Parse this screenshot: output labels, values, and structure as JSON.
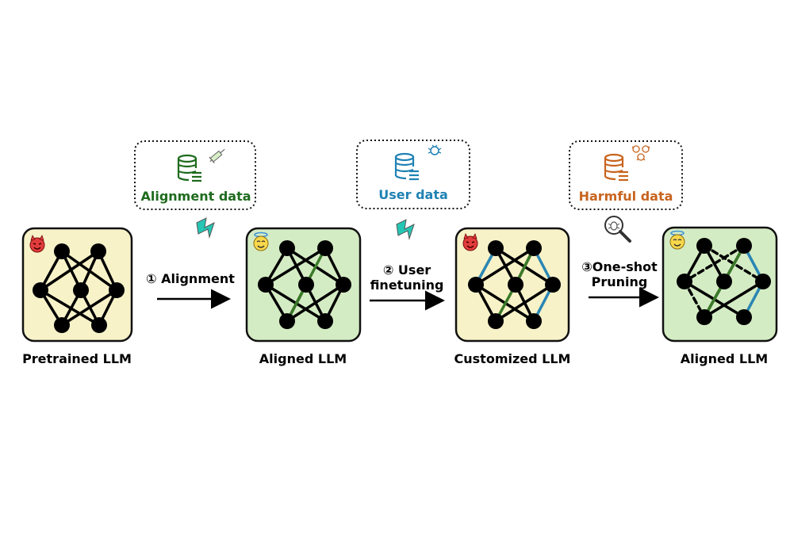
{
  "stages": {
    "pretrained": {
      "label": "Pretrained LLM"
    },
    "aligned1": {
      "label": "Aligned LLM"
    },
    "customized": {
      "label": "Customized LLM"
    },
    "aligned2": {
      "label": "Aligned LLM"
    }
  },
  "steps": {
    "alignment": {
      "label": "① Alignment"
    },
    "user_finetuning": {
      "line1": "② User",
      "line2": "finetuning"
    },
    "pruning": {
      "line1": "③One-shot",
      "line2": "Pruning"
    }
  },
  "datasets": {
    "alignment": {
      "label": "Alignment data",
      "color": "#1e6b1e",
      "icon": "syringe-icon"
    },
    "user": {
      "label": "User data",
      "color": "#1f82b4",
      "icon": "bug-icon"
    },
    "harmful": {
      "label": "Harmful data",
      "color": "#c8641e",
      "icon": "bugs-icon"
    }
  },
  "colors": {
    "pretrained_bg": "#f7f2c8",
    "aligned_bg": "#d4ecc4",
    "customized_bg": "#f7f2c8",
    "aligned_weight": "#3a7a28",
    "finetuned_weight": "#2a86b4"
  },
  "icons": [
    "devil-face-icon",
    "angel-face-icon",
    "lightning-icon",
    "magnifier-bug-icon"
  ]
}
